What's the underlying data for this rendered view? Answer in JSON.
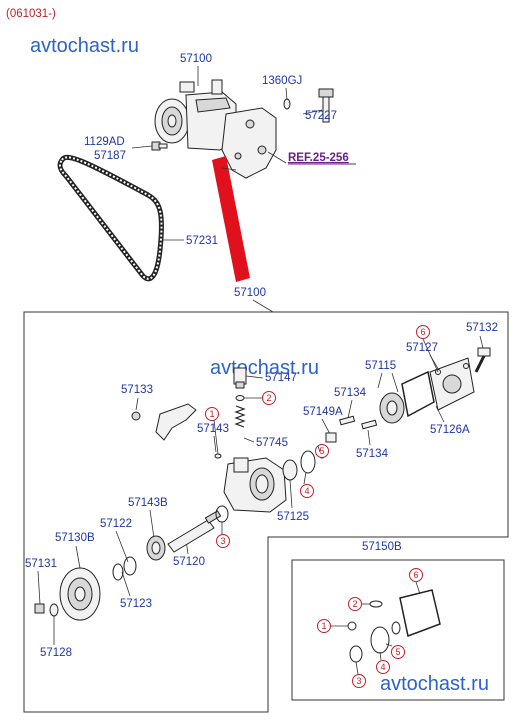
{
  "header": {
    "code": "(061031-)"
  },
  "watermarks": [
    "avtochast.ru",
    "avtochast.ru",
    "avtochast.ru"
  ],
  "ref_link": "REF.25-256",
  "top_labels": {
    "pump": "57100",
    "bolt_code": "1360GJ",
    "bolt": "57227",
    "screw_a": "1129AD",
    "screw_b": "57187",
    "belt": "57231",
    "assembly": "57100"
  },
  "detail_labels": {
    "p57132": "57132",
    "p57127": "57127",
    "p57115": "57115",
    "p57147": "57147",
    "p57133": "57133",
    "p57134a": "57134",
    "p57149a": "57149A",
    "p57143": "57143",
    "p57745": "57745",
    "p57126a": "57126A",
    "p57134b": "57134",
    "p57143b": "57143B",
    "p57125": "57125",
    "p57122": "57122",
    "p57130b": "57130B",
    "p57120": "57120",
    "p57131": "57131",
    "p57123": "57123",
    "p57128": "57128",
    "kit": "57150B"
  },
  "callouts": [
    "1",
    "2",
    "3",
    "4",
    "5",
    "6"
  ],
  "colors": {
    "label": "#1f35a8",
    "callout": "#c0202a",
    "watermark": "#2d63c8",
    "ref": "#6b1f8a",
    "arrow": "#e0101c"
  }
}
